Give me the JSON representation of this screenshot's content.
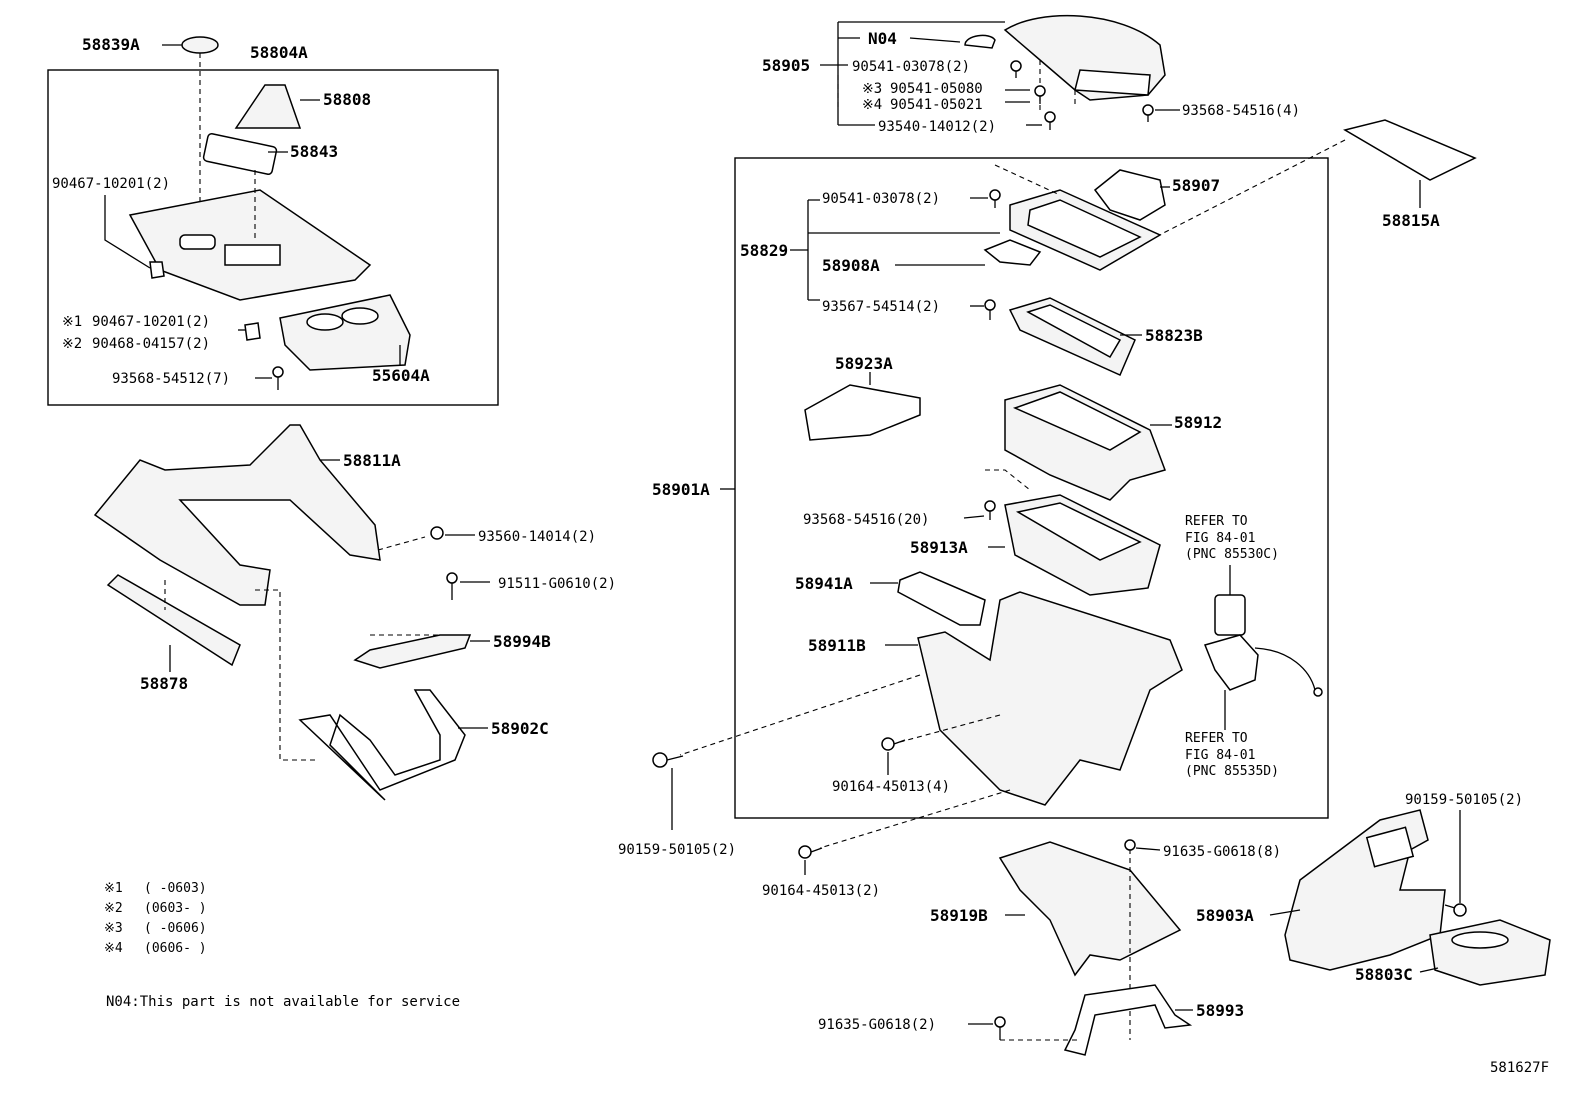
{
  "diagram_id": "581627F",
  "labels": {
    "l58839A": "58839A",
    "l58804A": "58804A",
    "l58808": "58808",
    "l58843": "58843",
    "l90467a": "90467-10201(2)",
    "l90467b": "90467-10201(2)",
    "l90468": "90468-04157(2)",
    "l93568_54512": "93568-54512(7)",
    "l55604A": "55604A",
    "l58811A": "58811A",
    "l93560": "93560-14014(2)",
    "l91511": "91511-G0610(2)",
    "l58994B": "58994B",
    "l58902C": "58902C",
    "l58878": "58878",
    "lN04": "N04",
    "l58905": "58905",
    "l90541_03078a": "90541-03078(2)",
    "l90541_05080": "90541-05080",
    "l90541_05021": "90541-05021",
    "l93540": "93540-14012(2)",
    "l93568_54516a": "93568-54516(4)",
    "l58815A": "58815A",
    "l90541_03078b": "90541-03078(2)",
    "l58907": "58907",
    "l58829": "58829",
    "l58908A": "58908A",
    "l93567": "93567-54514(2)",
    "l58823B": "58823B",
    "l58923A": "58923A",
    "l58912": "58912",
    "l58901A": "58901A",
    "l93568_54516b": "93568-54516(20)",
    "l58913A": "58913A",
    "l58941A": "58941A",
    "l58911B": "58911B",
    "l90164a": "90164-45013(4)",
    "l90159a": "90159-50105(2)",
    "l90164b": "90164-45013(2)",
    "l91635a": "91635-G0618(8)",
    "l58919B": "58919B",
    "l58993": "58993",
    "l91635b": "91635-G0618(2)",
    "l90159b": "90159-50105(2)",
    "l58903A": "58903A",
    "l58803C": "58803C"
  },
  "marks": {
    "m1": "※1",
    "m2": "※2",
    "m3": "※3",
    "m4": "※4"
  },
  "refers": {
    "r1_line1": "REFER TO",
    "r1_line2": "FIG 84-01",
    "r1_line3": "(PNC 85530C)",
    "r2_line1": "REFER TO",
    "r2_line2": "FIG 84-01",
    "r2_line3": "(PNC 85535D)"
  },
  "legend": {
    "k1": "※1",
    "v1": "(     -0603)",
    "k2": "※2",
    "v2": "(0603-     )",
    "k3": "※3",
    "v3": "(     -0606)",
    "k4": "※4",
    "v4": "(0606-     )"
  },
  "note": "N04:This part is not available for service"
}
